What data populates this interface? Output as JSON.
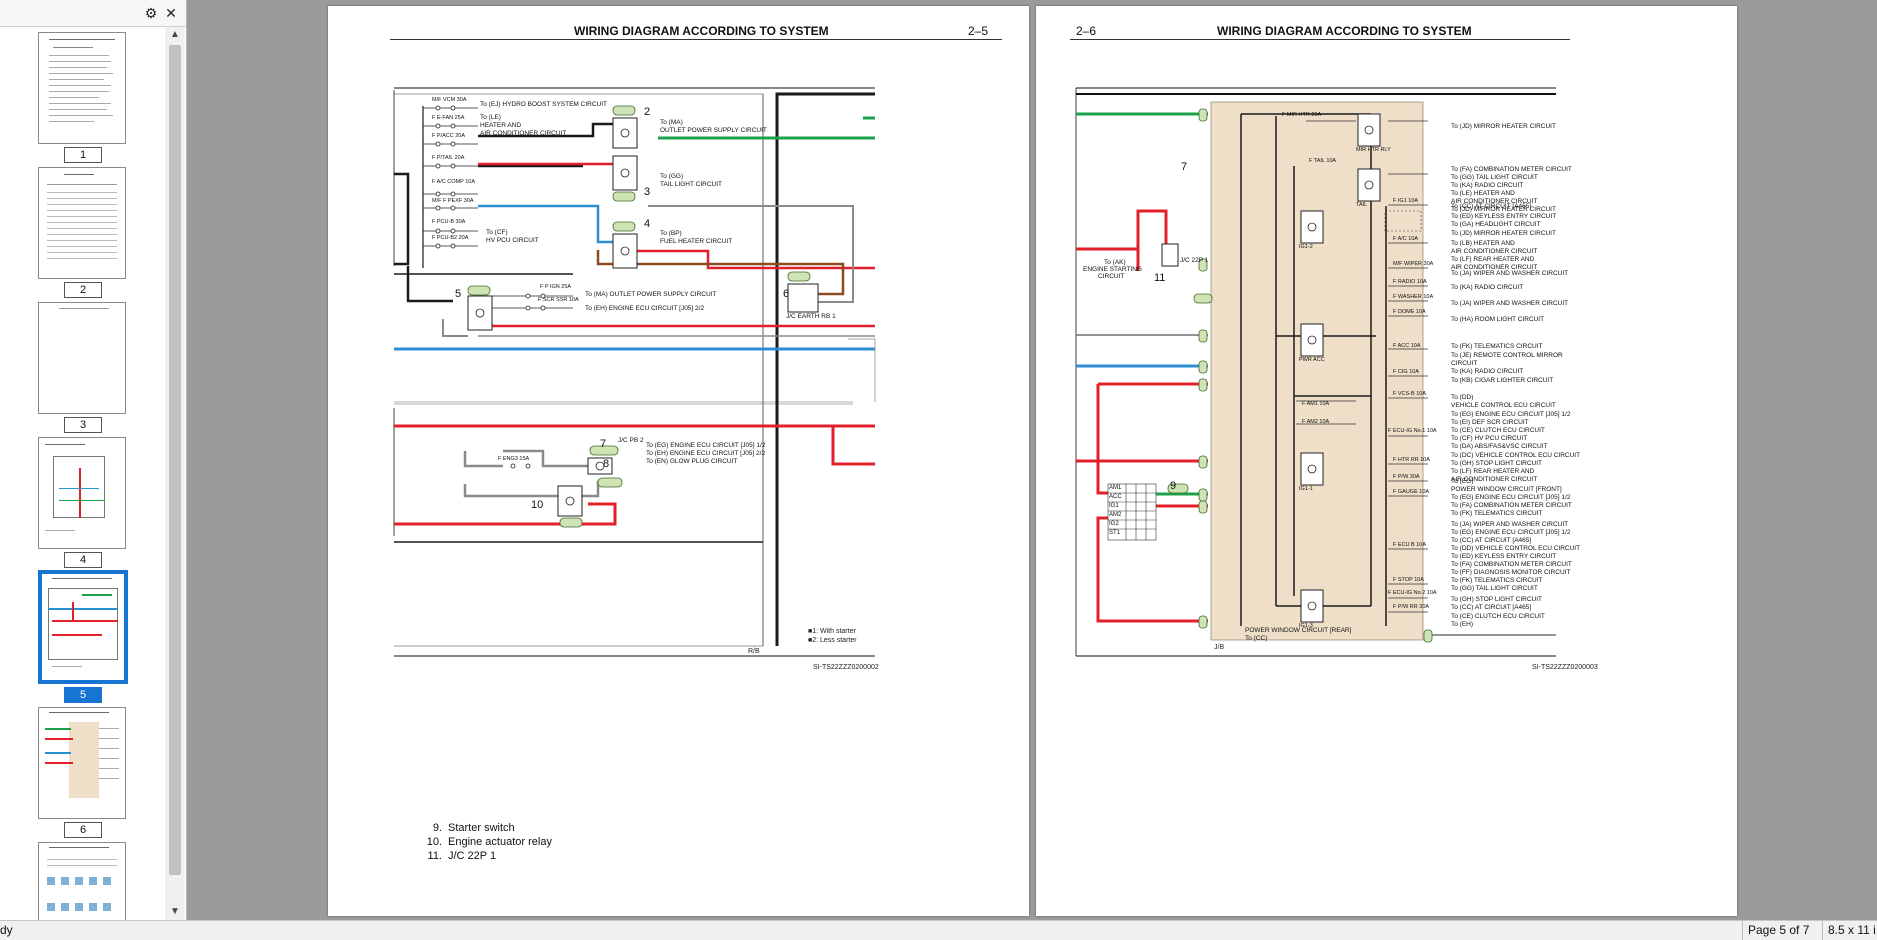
{
  "sidebar": {
    "settings_icon": "gear-icon",
    "close_icon": "close-icon",
    "thumbnails": [
      {
        "label": "1",
        "selected": false
      },
      {
        "label": "2",
        "selected": false
      },
      {
        "label": "3",
        "selected": false
      },
      {
        "label": "4",
        "selected": false
      },
      {
        "label": "5",
        "selected": true
      },
      {
        "label": "6",
        "selected": false
      }
    ]
  },
  "pages": {
    "left": {
      "title": "WIRING DIAGRAM ACCORDING TO SYSTEM",
      "page_no": "2–5",
      "code": "SI-TS22ZZZ0200002",
      "legend": [
        {
          "num": "9.",
          "text": "Starter switch"
        },
        {
          "num": "10.",
          "text": "Engine actuator relay"
        },
        {
          "num": "11.",
          "text": "J/C 22P 1"
        }
      ],
      "bottom_label": "R/B",
      "notes": [
        "■1: With starter",
        "■2: Less starter"
      ],
      "circuits": [
        "M/F VCM 30A",
        "To (EJ) HYDRO BOOST SYSTEM CIRCUIT",
        "F E-FAN 25A",
        "To (LE)",
        "HEATER AND",
        "AIR CONDITIONER CIRCUIT",
        "F P/ACC 20A",
        "F P/TAIL 20A",
        "F A/C COMP 10A",
        "M/F F PEXF 30A",
        "F PCU-B 30A",
        "F PCU-B2 20A",
        "To (CF)",
        "HV PCU CIRCUIT",
        "To (MA)",
        "OUTLET POWER SUPPLY CIRCUIT",
        "To (GG)",
        "TAIL LIGHT CIRCUIT",
        "To (BP)",
        "FUEL HEATER CIRCUIT",
        "F P IGN 25A",
        "To (MA) OUTLET POWER SUPPLY CIRCUIT",
        "F SCR SSR 10A",
        "To (EH) ENGINE ECU CIRCUIT [J05] 2/2",
        "J/C EARTH RB 1",
        "J/C PB 2",
        "To (EG) ENGINE ECU CIRCUIT [J05] 1/2",
        "To (EH) ENGINE ECU CIRCUIT [J05] 2/2",
        "To (EN) GLOW PLUG CIRCUIT",
        "F ENG3 15A"
      ],
      "markers": [
        "2",
        "3",
        "4",
        "5",
        "6",
        "7",
        "8",
        "10"
      ]
    },
    "right": {
      "title": "WIRING DIAGRAM ACCORDING TO SYSTEM",
      "page_no": "2–6",
      "code": "SI-TS22ZZZ0200003",
      "bottom_label": "J/B",
      "left_labels": [
        "To (AK)",
        "ENGINE STARTING",
        "CIRCUIT"
      ],
      "circuits": [
        "To (JD) MIRROR HEATER CIRCUIT",
        "To (FA) COMBINATION METER CIRCUIT",
        "To (GG) TAIL LIGHT CIRCUIT",
        "To (KA) RADIO CIRCUIT",
        "To (LE) HEATER AND",
        "AIR CONDITIONER CIRCUIT",
        "To (JD) MIRROR HEATER CIRCUIT",
        "To (CC) AT CIRCUIT [A465]",
        "To (ED) KEYLESS ENTRY CIRCUIT",
        "To (GA) HEADLIGHT CIRCUIT",
        "To (JD) MIRROR HEATER CIRCUIT",
        "To (LB) HEATER AND",
        "AIR CONDITIONER CIRCUIT",
        "To (LF) REAR HEATER AND",
        "AIR CONDITIONER CIRCUIT",
        "To (JA) WIPER AND WASHER CIRCUIT",
        "To (KA) RADIO CIRCUIT",
        "To (JA) WIPER AND WASHER CIRCUIT",
        "To (HA) ROOM LIGHT CIRCUIT",
        "To (FK) TELEMATICS CIRCUIT",
        "To (JE) REMOTE CONTROL MIRROR",
        "CIRCUIT",
        "To (KA) RADIO CIRCUIT",
        "To (KB) CIGAR LIGHTER CIRCUIT",
        "To (DD)",
        "VEHICLE CONTROL ECU CIRCUIT",
        "To (EG) ENGINE ECU CIRCUIT [J05] 1/2",
        "To (EI) DEF SCR CIRCUIT",
        "To (CE) CLUTCH ECU CIRCUIT",
        "To (CF) HV PCU CIRCUIT",
        "To (DA) ABS/FAS&VSC CIRCUIT",
        "To (DC) VEHICLE CONTROL ECU CIRCUIT",
        "To (GH) STOP LIGHT CIRCUIT",
        "To (LF) REAR HEATER AND",
        "AIR CONDITIONER CIRCUIT",
        "To (EG)",
        "POWER WINDOW CIRCUIT [FRONT]",
        "To (EG) ENGINE ECU CIRCUIT [J05] 1/2",
        "To (FA) COMBINATION METER CIRCUIT",
        "To (FK) TELEMATICS CIRCUIT",
        "To (JA) WIPER AND WASHER CIRCUIT",
        "To (EG) ENGINE ECU CIRCUIT [J05] 1/2",
        "To (CC) AT CIRCUIT [A465]",
        "To (DD) VEHICLE CONTROL ECU CIRCUIT",
        "To (ED) KEYLESS ENTRY CIRCUIT",
        "To (FA) COMBINATION METER CIRCUIT",
        "To (FF) DIAGNOSIS MONITOR CIRCUIT",
        "To (FK) TELEMATICS CIRCUIT",
        "To (GG) TAIL LIGHT CIRCUIT",
        "To (GH) STOP LIGHT CIRCUIT",
        "To (CC) AT CIRCUIT [A465]",
        "To (CE) CLUTCH ECU CIRCUIT",
        "To (EH)",
        "POWER WINDOW CIRCUIT [REAR]",
        "To (CC)",
        "AT CIRCUIT [A465]"
      ],
      "fuses": [
        "F MIR HTR 20A",
        "F TAIL 10A",
        "F IG1 10A",
        "F A/C 10A",
        "M/F WIPER 30A",
        "F RADIO 10A",
        "F WASHER 10A",
        "F DOME 10A",
        "F ACC 10A",
        "F CIG 10A",
        "F VCS-B 10A",
        "F AM1 10A",
        "F AM2 10A",
        "F ECU-IG No.1 10A",
        "F HTR RR 10A",
        "F P/W 30A",
        "F GAUGE 10A",
        "F ECU B 10A",
        "F STOP 10A",
        "F ECU-IG No.2 10A",
        "F P/W RR 30A"
      ],
      "relays": [
        "MIR HTR RLY",
        "TAIL",
        "IG1-2",
        "PWR ACC",
        "IG1-1",
        "IG1-3"
      ],
      "markers": [
        "7",
        "9",
        "11"
      ],
      "jc": "J/C 22P 1",
      "switch_rows": [
        "AM1",
        "ACC",
        "IG1",
        "AM2",
        "IG2",
        "ST1"
      ]
    }
  },
  "statusbar": {
    "status": "dy",
    "page_indicator": "Page 5 of 7",
    "page_size": "8.5 x 11 i"
  },
  "colors": {
    "selection": "#1675d1",
    "wire_red": "#e2202b",
    "wire_green": "#1aa34a",
    "wire_blue": "#2c8fd1",
    "wire_brown": "#8b4a1f",
    "wire_gray": "#8a8a8a",
    "junction_fill": "#efdfc9",
    "connector_fill": "#d8e8c2"
  }
}
